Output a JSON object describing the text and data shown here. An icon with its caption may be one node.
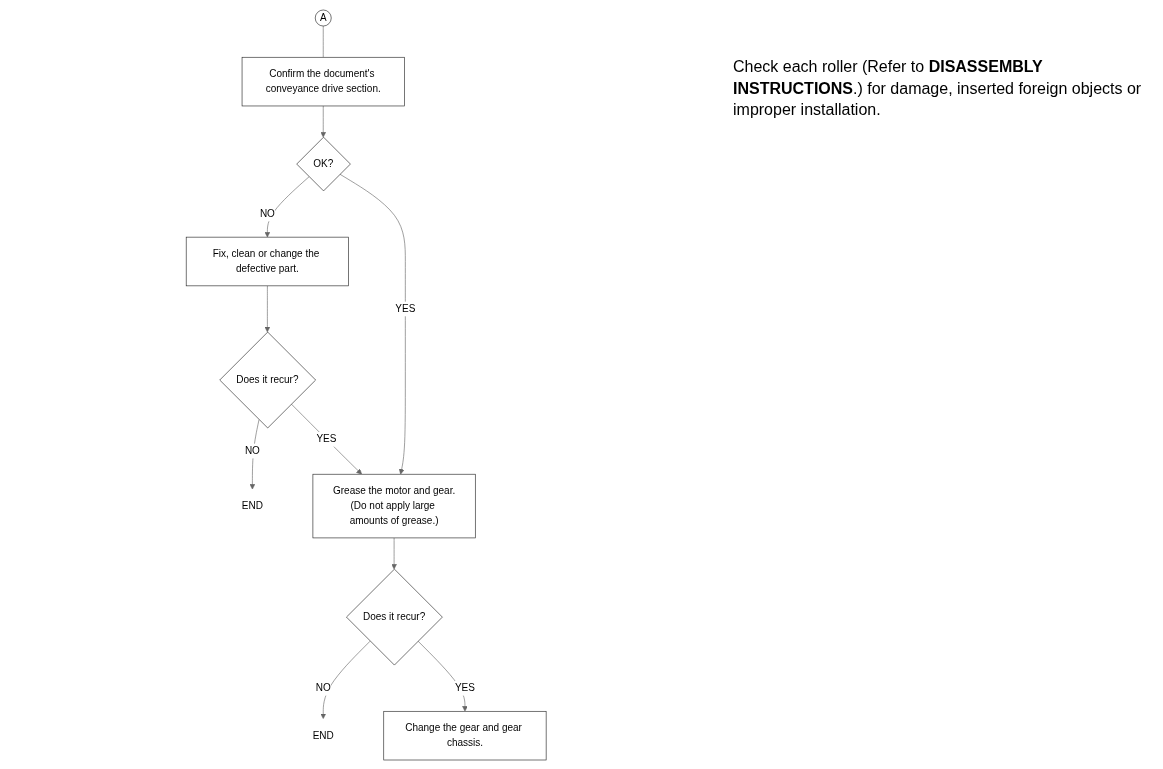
{
  "diagram": {
    "nodes": [
      {
        "text": [
          "A"
        ]
      },
      {
        "text": [
          "Confirm the document's conveyance drive section."
        ]
      },
      {
        "text": [
          "OK?"
        ]
      },
      {
        "text": [
          "Fix, clean or change the defective part."
        ]
      },
      {
        "text": [
          "Does it recur?"
        ]
      },
      {
        "text": [
          "END"
        ]
      },
      {
        "text": [
          "Grease the motor and gear.",
          "(Do not apply large amounts of grease.)"
        ]
      },
      {
        "text": [
          "Does it recur?"
        ]
      },
      {
        "text": [
          "END"
        ]
      },
      {
        "text": [
          "Change the gear and gear chassis."
        ]
      }
    ],
    "edges": [
      {
        "from": 0,
        "to": 1,
        "arrow": "none"
      },
      {
        "from": 1,
        "to": 2,
        "arrow": "to"
      },
      {
        "from": 2,
        "to": 3,
        "arrow": "to",
        "label": "NO"
      },
      {
        "from": 3,
        "to": 4,
        "arrow": "to"
      },
      {
        "from": 4,
        "to": 5,
        "arrow": "to",
        "label": "NO"
      },
      {
        "from": 4,
        "to": 6,
        "arrow": "to",
        "label": "YES"
      },
      {
        "from": 2,
        "to": 6,
        "arrow": "to",
        "label": "YES"
      },
      {
        "from": 6,
        "to": 7,
        "arrow": "to"
      },
      {
        "from": 7,
        "to": 8,
        "arrow": "to",
        "label": "NO"
      },
      {
        "from": 7,
        "to": 9,
        "arrow": "to",
        "label": "YES"
      }
    ],
    "labels": [
      "Check each roller (Refer to **DISASSEMBLY INSTRUCTIONS**.) for damage, inserted foreign objects or improper installation."
    ]
  }
}
